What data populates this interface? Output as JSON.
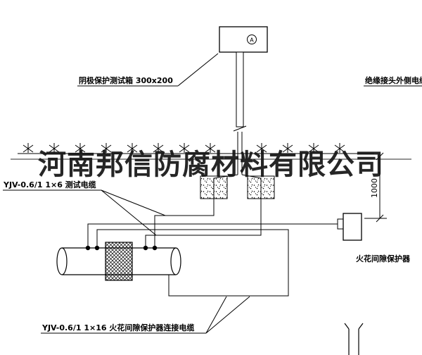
{
  "drawing": {
    "labels": {
      "test_box": "阴极保护测试箱 300x200",
      "insulated_joint_cable": "绝缘接头外侧电缆",
      "test_cable": "YJV-0.6/1 1×6  测试电缆",
      "spark_gap_protector": "火花间隙保护器",
      "protector_cable": "YJV-0.6/1 1×16  火花间隙保护器连接电缆",
      "dimension_1000": "1000",
      "meter_letter": "A"
    },
    "watermark": "河南邦信防腐材料有限公司",
    "colors": {
      "line": "#000000",
      "background": "#ffffff",
      "watermark": "#141414"
    }
  }
}
